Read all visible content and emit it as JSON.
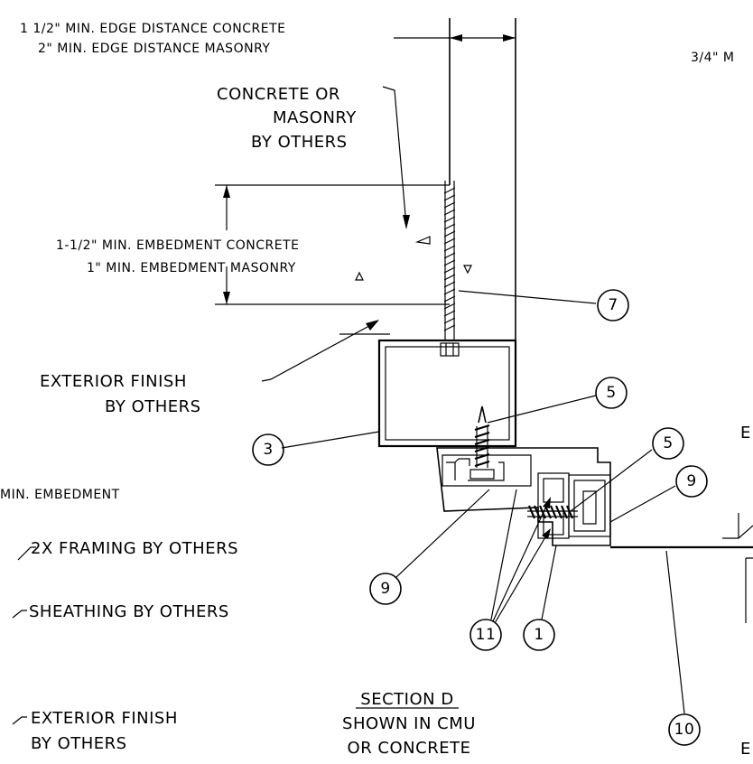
{
  "notes": {
    "edge_line1": "1 1/2\" MIN. EDGE DISTANCE CONCRETE",
    "edge_line2": "2\" MIN. EDGE DISTANCE MASONRY",
    "right_partial_top": "3/4\" M",
    "substrate_line1": "CONCRETE OR",
    "substrate_line2": "MASONRY",
    "substrate_line3": "BY OTHERS",
    "embed_line1": "1-1/2\" MIN. EMBEDMENT CONCRETE",
    "embed_line2": "1\" MIN. EMBEDMENT MASONRY",
    "ext_finish_line1": "EXTERIOR FINISH",
    "ext_finish_line2": "BY OTHERS",
    "left_partial_embed": "MIN. EMBEDMENT",
    "framing": "2X FRAMING BY OTHERS",
    "sheathing": "SHEATHING BY OTHERS",
    "ext_finish2_line1": "EXTERIOR FINISH",
    "ext_finish2_line2": "BY OTHERS",
    "right_partial_mid": "E",
    "right_partial_bottom": "E"
  },
  "section": {
    "title": "SECTION D",
    "line2": "SHOWN IN   CMU",
    "line3": "OR CONCRETE"
  },
  "callouts": {
    "c7": "7",
    "c5a": "5",
    "c5b": "5",
    "c9a": "9",
    "c9b": "9",
    "c3": "3",
    "c11": "11",
    "c1": "1",
    "c10": "10"
  }
}
